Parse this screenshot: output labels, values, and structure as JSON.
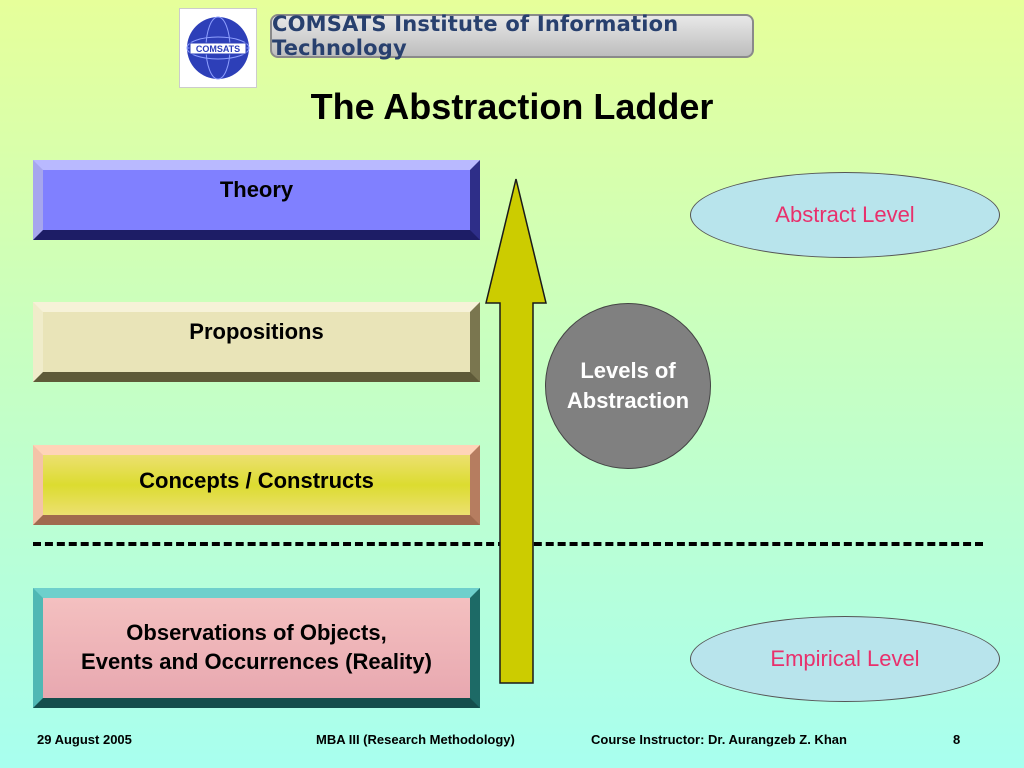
{
  "header": {
    "logo_text": "COMSATS",
    "banner_text": "COMSATS Institute of Information Technology",
    "title": "The Abstraction Ladder"
  },
  "ladder": {
    "theory": "Theory",
    "propositions": "Propositions",
    "concepts": "Concepts / Constructs",
    "observations_line1": "Observations of Objects,",
    "observations_line2": "Events and Occurrences (Reality)"
  },
  "levels": {
    "circle_line1": "Levels of",
    "circle_line2": "Abstraction",
    "abstract": "Abstract Level",
    "empirical": "Empirical Level"
  },
  "footer": {
    "date": "29 August 2005",
    "course": "MBA III (Research Methodology)",
    "instructor": "Course Instructor: Dr. Aurangzeb Z. Khan",
    "page": "8"
  },
  "colors": {
    "arrow": "#cccc00",
    "level_text": "#e8306c"
  }
}
